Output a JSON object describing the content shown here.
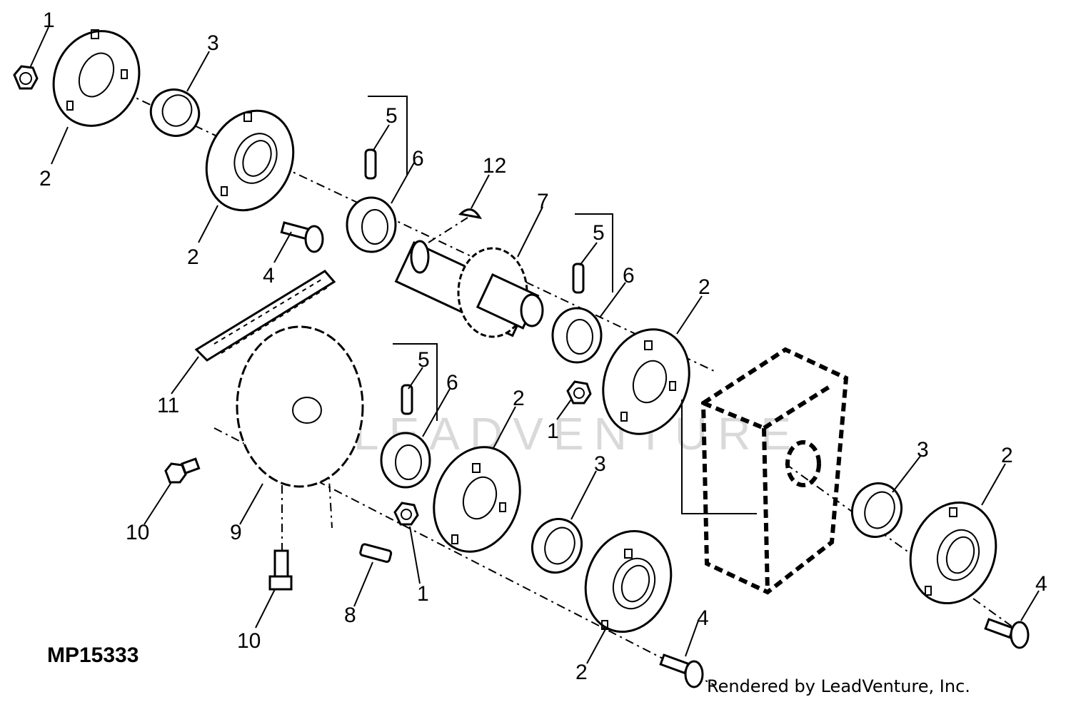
{
  "figure_id": "MP15333",
  "credit": "Rendered by LeadVenture, Inc.",
  "watermark": "LEADVENTURE",
  "callouts": [
    {
      "id": "c1a",
      "text": "1"
    },
    {
      "id": "c2a",
      "text": "2"
    },
    {
      "id": "c3a",
      "text": "3"
    },
    {
      "id": "c2b",
      "text": "2"
    },
    {
      "id": "c4a",
      "text": "4"
    },
    {
      "id": "c5a",
      "text": "5"
    },
    {
      "id": "c6a",
      "text": "6"
    },
    {
      "id": "c12",
      "text": "12"
    },
    {
      "id": "c7",
      "text": "7"
    },
    {
      "id": "c5b",
      "text": "5"
    },
    {
      "id": "c6b",
      "text": "6"
    },
    {
      "id": "c2c",
      "text": "2"
    },
    {
      "id": "c11",
      "text": "11"
    },
    {
      "id": "c5c",
      "text": "5"
    },
    {
      "id": "c6c",
      "text": "6"
    },
    {
      "id": "c2d",
      "text": "2"
    },
    {
      "id": "c1b",
      "text": "1"
    },
    {
      "id": "c3b",
      "text": "3"
    },
    {
      "id": "c3c",
      "text": "3"
    },
    {
      "id": "c2e",
      "text": "2"
    },
    {
      "id": "c10a",
      "text": "10"
    },
    {
      "id": "c9",
      "text": "9"
    },
    {
      "id": "c1c",
      "text": "1"
    },
    {
      "id": "c8",
      "text": "8"
    },
    {
      "id": "c10b",
      "text": "10"
    },
    {
      "id": "c4b",
      "text": "4"
    },
    {
      "id": "c2f",
      "text": "2"
    },
    {
      "id": "c4c",
      "text": "4"
    }
  ]
}
